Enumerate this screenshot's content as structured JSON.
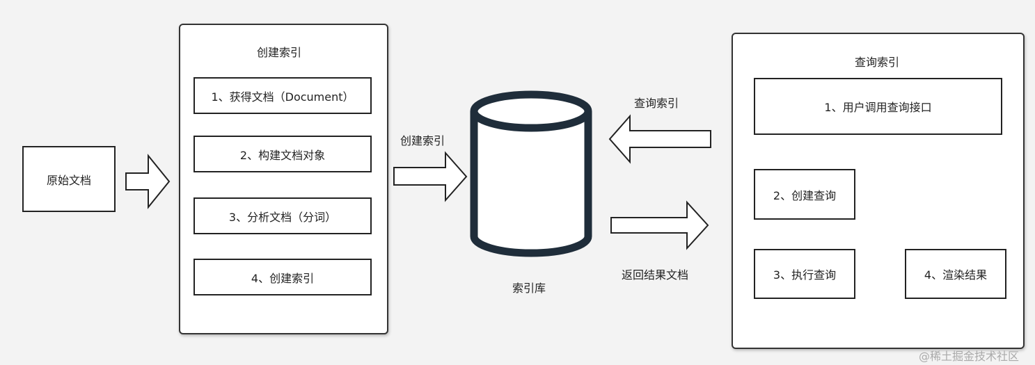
{
  "source_doc": {
    "label": "原始文档"
  },
  "create_panel": {
    "title": "创建索引",
    "steps": [
      "1、获得文档（Document）",
      "2、构建文档对象",
      "3、分析文档（分词）",
      "4、创建索引"
    ]
  },
  "arrows": {
    "create_index_label": "创建索引",
    "query_index_label": "查询索引",
    "return_docs_label": "返回结果文档"
  },
  "index_store": {
    "label": "索引库"
  },
  "query_panel": {
    "title": "查询索引",
    "steps": [
      "1、用户调用查询接口",
      "2、创建查询",
      "3、执行查询",
      "4、渲染结果"
    ]
  },
  "watermark": "@稀土掘金技术社区"
}
